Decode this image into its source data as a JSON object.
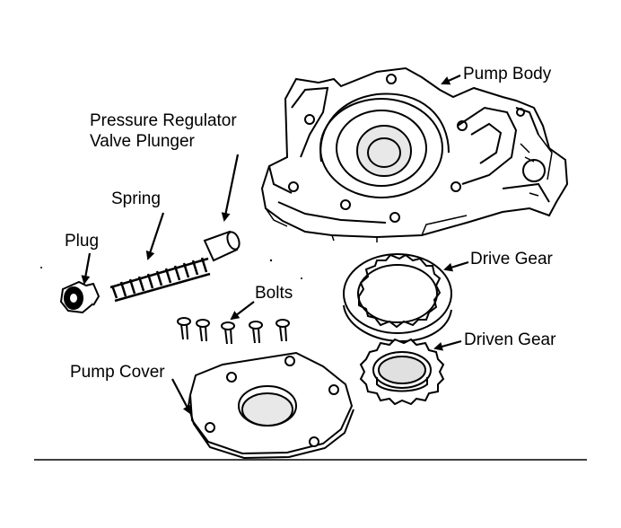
{
  "labels": {
    "pump_body": "Pump Body",
    "pressure_regulator_line1": "Pressure Regulator",
    "pressure_regulator_line2": "Valve Plunger",
    "spring": "Spring",
    "plug": "Plug",
    "bolts": "Bolts",
    "drive_gear": "Drive Gear",
    "driven_gear": "Driven Gear",
    "pump_cover": "Pump Cover"
  }
}
